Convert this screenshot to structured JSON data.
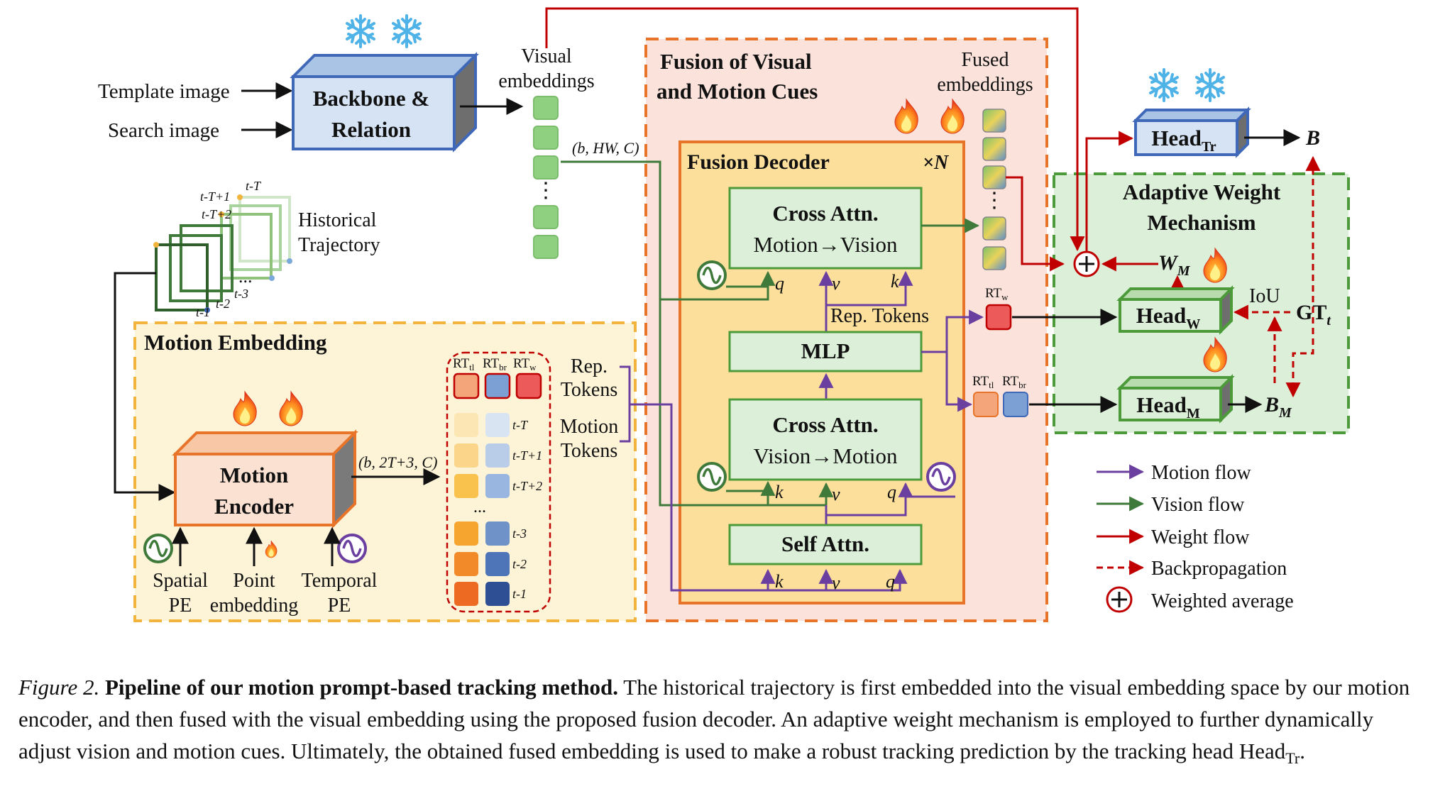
{
  "inputs": {
    "template": "Template image",
    "search": "Search image"
  },
  "backbone": {
    "line1": "Backbone &",
    "line2": "Relation"
  },
  "visual_embeddings": {
    "line1": "Visual",
    "line2": "embeddings"
  },
  "visual_shape": "(b, HW, C)",
  "history": {
    "line1": "Historical",
    "line2": "Trajectory",
    "labels": [
      "t-T",
      "t-T+1",
      "t-T+2",
      "t-3",
      "t-2",
      "t-1"
    ],
    "ellipsis": "..."
  },
  "motion_embedding": {
    "title": "Motion Embedding",
    "encoder_line1": "Motion",
    "encoder_line2": "Encoder",
    "output_shape": "(b, 2T+3, C)",
    "spatial_pe": [
      "Spatial",
      "PE"
    ],
    "point_embedding": [
      "Point",
      "embedding"
    ],
    "temporal_pe": [
      "Temporal",
      "PE"
    ],
    "rep_token_labels": [
      "RT",
      "RT",
      "RT"
    ],
    "rep_token_subs": [
      "tl",
      "br",
      "w"
    ],
    "time_labels": [
      "t-T",
      "t-T+1",
      "t-T+2",
      "t-3",
      "t-2",
      "t-1"
    ],
    "dots": "...",
    "rep_tokens": [
      "Rep.",
      "Tokens"
    ],
    "motion_tokens": [
      "Motion",
      "Tokens"
    ]
  },
  "fusion": {
    "title1": "Fusion of Visual",
    "title2": "and Motion Cues",
    "fused1": "Fused",
    "fused2": "embeddings",
    "decoder_title": "Fusion Decoder",
    "repeat": "×N",
    "cross_attn_1": [
      "Cross Attn.",
      "Motion→Vision"
    ],
    "cross_attn_2": [
      "Cross Attn.",
      "Vision→Motion"
    ],
    "mlp": "MLP",
    "self_attn": "Self Attn.",
    "rep_tokens_label": "Rep. Tokens",
    "q": "q",
    "k": "k",
    "v": "v",
    "rt_w": "RT",
    "rt_w_sub": "w",
    "rt_tl": "RT",
    "rt_tl_sub": "tl",
    "rt_br": "RT",
    "rt_br_sub": "br"
  },
  "adaptive": {
    "title1": "Adaptive Weight",
    "title2": "Mechanism",
    "head_tr": "Head",
    "head_tr_sub": "Tr",
    "head_w": "Head",
    "head_w_sub": "W",
    "head_m": "Head",
    "head_m_sub": "M",
    "out_b": "B",
    "w_m": "W",
    "w_m_sub": "M",
    "iou": "IoU",
    "gt": "GT",
    "gt_sub": "t",
    "b_m": "B",
    "b_m_sub": "M"
  },
  "legend": [
    {
      "label": "Motion flow",
      "color": "#6b3fa0"
    },
    {
      "label": "Vision flow",
      "color": "#3f7a3a"
    },
    {
      "label": "Weight flow",
      "color": "#c00000"
    },
    {
      "label": "Backpropagation",
      "color": "#c00000"
    },
    {
      "label": "Weighted average",
      "color": "#c00000"
    }
  ],
  "caption": {
    "label": "Figure 2.",
    "title": "Pipeline of our motion prompt-based tracking method.",
    "body": "The historical trajectory is first embedded into the visual embedding space by our motion encoder, and then fused with the visual embedding using the proposed fusion decoder. An adaptive weight mechanism is employed to further dynamically adjust vision and motion cues. Ultimately, the obtained fused embedding is used to make a robust tracking prediction by the tracking head ",
    "head": "Head",
    "head_sub": "Tr",
    "end": "."
  },
  "colors": {
    "motion_flow": "#6b3fa0",
    "vision_flow": "#3f7a3a",
    "weight_flow": "#c00000",
    "orange_border": "#e8742a",
    "green_border": "#4c9a3a"
  }
}
